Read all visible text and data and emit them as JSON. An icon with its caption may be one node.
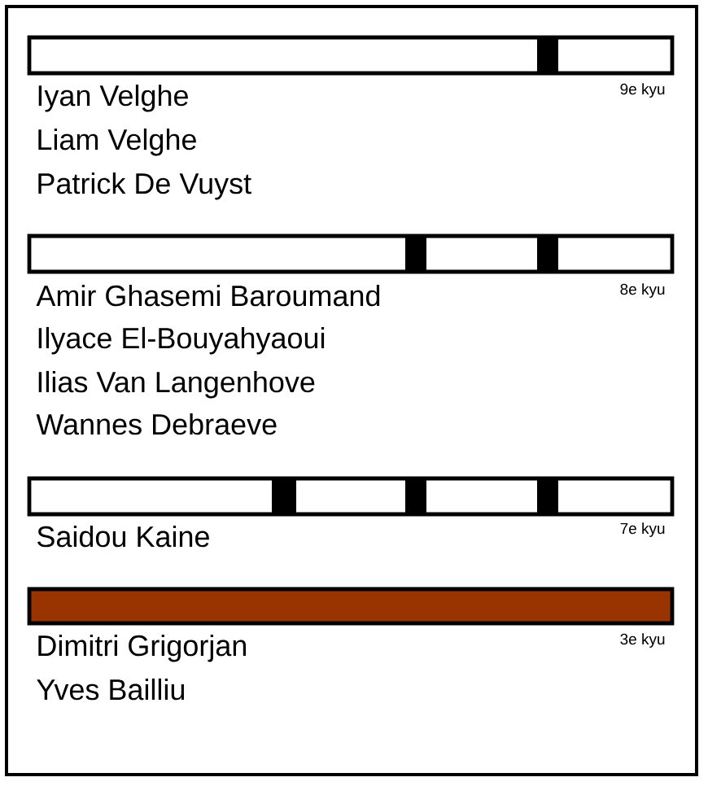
{
  "diagram": {
    "nodes": [
      {
        "text": [
          "Iyan Velghe",
          "9e kyu",
          "Liam Velghe",
          "Patrick De Vuyst",
          "Amir Ghasemi Baroumand",
          "8e kyu",
          "Ilyace El-Bouyahyaoui",
          "Ilias Van Langenhove",
          "Wannes Debraeve",
          "Saidou Kaine",
          "7e kyu",
          "Dimitri Grigorjan",
          "3e kyu",
          "Yves Bailliu"
        ]
      },
      {
        "text": [],
        "shape": "bar",
        "in": 0
      },
      {
        "text": [],
        "shape": "bar",
        "in": 0
      },
      {
        "text": [],
        "shape": "bar",
        "in": 0
      },
      {
        "text": [],
        "shape": "bar",
        "in": 0
      }
    ]
  }
}
